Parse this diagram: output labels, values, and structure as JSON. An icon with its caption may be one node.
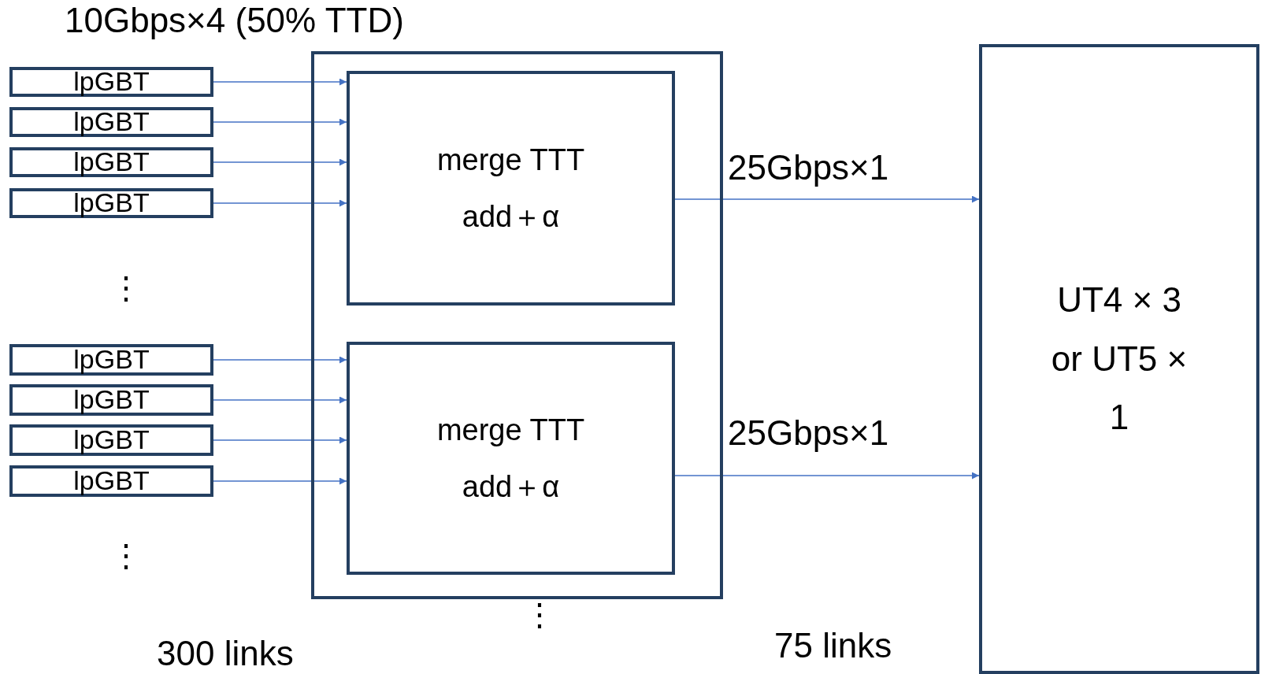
{
  "diagram": {
    "nodes": [
      {
        "text": [],
        "shape": "box"
      },
      {
        "text": [
          "merge TTT add＋α"
        ],
        "in": 0
      },
      {
        "text": [
          "merge TTT add＋α"
        ],
        "in": 0
      },
      {
        "text": [
          "lpGBT"
        ]
      },
      {
        "text": [
          "lpGBT"
        ]
      },
      {
        "text": [
          "lpGBT"
        ]
      },
      {
        "text": [
          "lpGBT"
        ]
      },
      {
        "text": [
          "lpGBT"
        ]
      },
      {
        "text": [
          "lpGBT"
        ]
      },
      {
        "text": [
          "lpGBT"
        ]
      },
      {
        "text": [
          "lpGBT"
        ]
      },
      {
        "text": [
          "UT4 × 3 or UT5 × 1"
        ]
      }
    ],
    "edges": [
      {
        "from": 3,
        "to": 1,
        "arrow": "to"
      },
      {
        "from": 4,
        "to": 1,
        "arrow": "to"
      },
      {
        "from": 5,
        "to": 1,
        "arrow": "to"
      },
      {
        "from": 6,
        "to": 1,
        "arrow": "to"
      },
      {
        "from": 7,
        "to": 2,
        "arrow": "to"
      },
      {
        "from": 8,
        "to": 2,
        "arrow": "to"
      },
      {
        "from": 9,
        "to": 2,
        "arrow": "to"
      },
      {
        "from": 10,
        "to": 2,
        "arrow": "to"
      },
      {
        "from": 1,
        "to": 11,
        "arrow": "to",
        "label": "25Gbps×1"
      },
      {
        "from": 2,
        "to": 11,
        "arrow": "to",
        "label": "25Gbps×1"
      }
    ],
    "labels": [
      "10Gbps×4 (50% TTD)",
      "⋮",
      "⋮",
      "⋮",
      "300 links",
      "75 links"
    ]
  }
}
